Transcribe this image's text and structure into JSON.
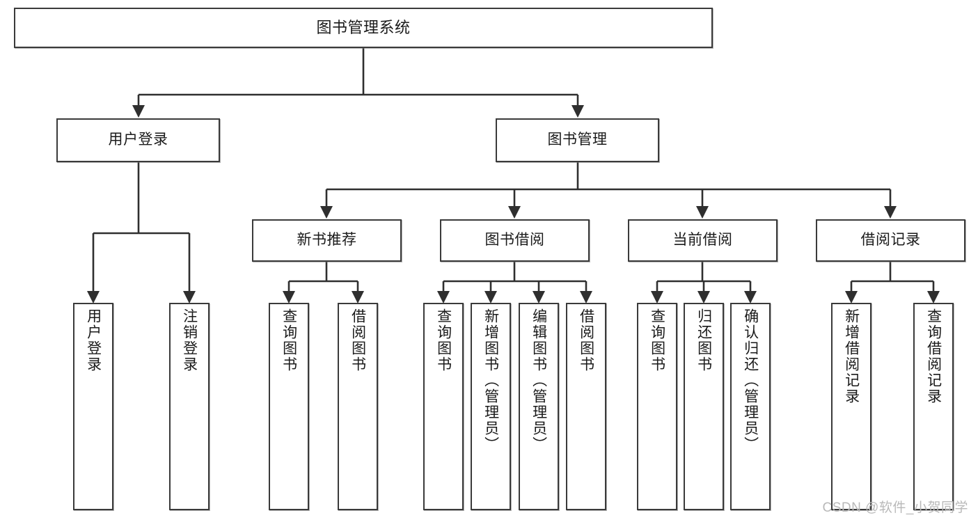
{
  "diagram": {
    "title": "图书管理系统",
    "watermark": "CSDN @软件_小贺同学",
    "colors": {
      "box_border": "#3a3a3a",
      "box_fill": "#ffffff",
      "connector": "#2f2f2f",
      "text": "#1a1a1a",
      "watermark": "#b9b9b9"
    },
    "nodes": {
      "root": {
        "label": "图书管理系统"
      },
      "level2": [
        {
          "label": "用户登录"
        },
        {
          "label": "图书管理"
        }
      ],
      "level3": [
        {
          "label": "新书推荐"
        },
        {
          "label": "图书借阅"
        },
        {
          "label": "当前借阅"
        },
        {
          "label": "借阅记录"
        }
      ],
      "leaves": {
        "user_login": [
          {
            "label": "用户登录"
          },
          {
            "label": "注销登录"
          }
        ],
        "new_book": [
          {
            "label": "查询图书"
          },
          {
            "label": "借阅图书"
          }
        ],
        "book_borrow": [
          {
            "label": "查询图书"
          },
          {
            "label": "新增图书（管理员）"
          },
          {
            "label": "编辑图书（管理员）"
          },
          {
            "label": "借阅图书"
          }
        ],
        "current_borrow": [
          {
            "label": "查询图书"
          },
          {
            "label": "归还图书"
          },
          {
            "label": "确认归还（管理员）"
          }
        ],
        "borrow_record": [
          {
            "label": "新增借阅记录"
          },
          {
            "label": "查询借阅记录"
          }
        ]
      }
    }
  }
}
